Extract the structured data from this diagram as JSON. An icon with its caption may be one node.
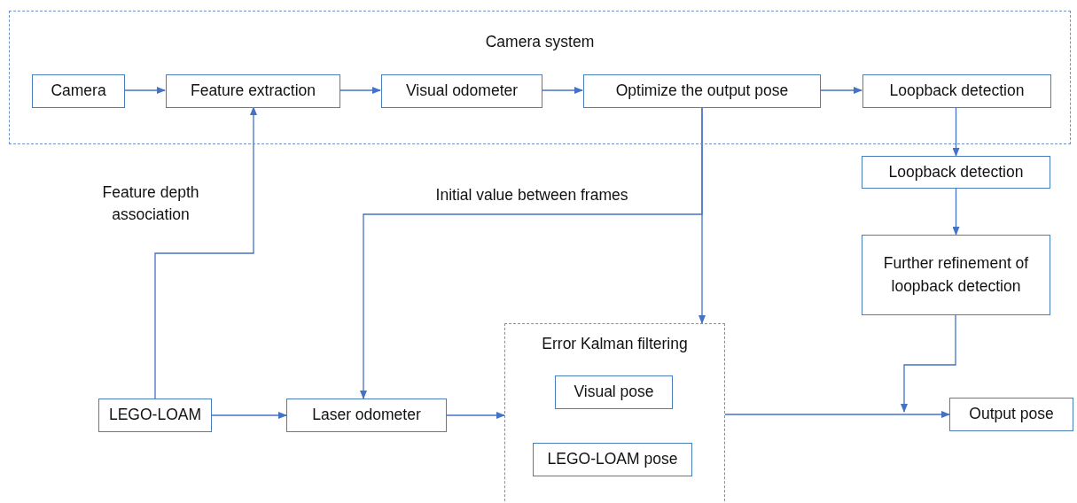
{
  "diagram": {
    "nodes": [
      {
        "text": [
          "Camera system"
        ]
      },
      {
        "text": [
          "Camera"
        ],
        "in": 0
      },
      {
        "text": [
          "Feature extraction"
        ],
        "in": 0
      },
      {
        "text": [
          "Visual odometer"
        ],
        "in": 0
      },
      {
        "text": [
          "Optimize the output pose"
        ],
        "in": 0
      },
      {
        "text": [
          "Loopback detection"
        ],
        "in": 0
      },
      {
        "text": [
          "Loopback detection"
        ]
      },
      {
        "text": [
          "Further refinement of loopback detection"
        ]
      },
      {
        "text": [
          "LEGO-LOAM"
        ]
      },
      {
        "text": [
          "Laser odometer"
        ]
      },
      {
        "text": [
          "Error Kalman filtering"
        ]
      },
      {
        "text": [
          "Visual pose"
        ],
        "in": 10
      },
      {
        "text": [
          "LEGO-LOAM pose"
        ],
        "in": 10
      },
      {
        "text": [
          "Output pose"
        ]
      }
    ],
    "edges": [
      {
        "from": 1,
        "to": 2,
        "arrow": "to"
      },
      {
        "from": 2,
        "to": 3,
        "arrow": "to"
      },
      {
        "from": 3,
        "to": 4,
        "arrow": "to"
      },
      {
        "from": 4,
        "to": 5,
        "arrow": "to"
      },
      {
        "from": 5,
        "to": 6,
        "arrow": "to"
      },
      {
        "from": 6,
        "to": 7,
        "arrow": "to"
      },
      {
        "from": 8,
        "to": 2,
        "arrow": "to",
        "label": "Feature depth association"
      },
      {
        "from": 4,
        "to": 10,
        "arrow": "to"
      },
      {
        "from": 4,
        "to": 9,
        "arrow": "to",
        "label": "Initial value between frames"
      },
      {
        "from": 8,
        "to": 9,
        "arrow": "to"
      },
      {
        "from": 9,
        "to": 10,
        "arrow": "to"
      },
      {
        "from": 10,
        "to": 13,
        "arrow": "to"
      },
      {
        "from": 7,
        "to": 13,
        "arrow": "to"
      }
    ]
  }
}
